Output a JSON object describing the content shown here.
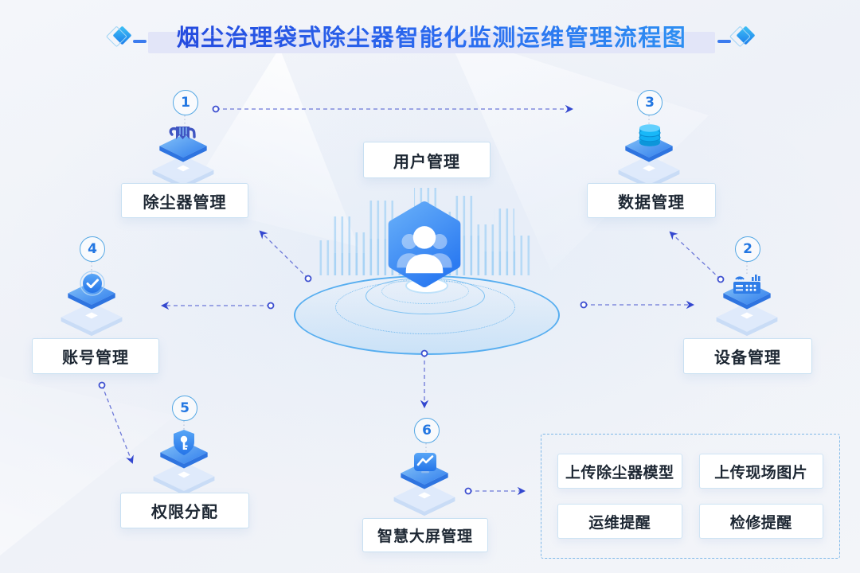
{
  "title": {
    "text": "烟尘治理袋式除尘器智能化监测运维管理流程图"
  },
  "center": {
    "label": "用户管理",
    "icon": "users-hexagon-icon"
  },
  "nodes": [
    {
      "number": "1",
      "label": "除尘器管理",
      "icon": "filter-bag-icon"
    },
    {
      "number": "2",
      "label": "设备管理",
      "icon": "machine-icon"
    },
    {
      "number": "3",
      "label": "数据管理",
      "icon": "database-icon"
    },
    {
      "number": "4",
      "label": "账号管理",
      "icon": "badge-check-icon"
    },
    {
      "number": "5",
      "label": "权限分配",
      "icon": "shield-key-icon"
    },
    {
      "number": "6",
      "label": "智慧大屏管理",
      "icon": "screen-chart-icon"
    }
  ],
  "output_panel": {
    "items": [
      "上传除尘器模型",
      "上传现场图片",
      "运维提醒",
      "检修提醒"
    ]
  },
  "colors": {
    "title_blue": "#2b5ce6",
    "arrow_line": "#6b77d8",
    "arrow_head": "#3347cf",
    "accent_blue": "#2f7de8",
    "database_cyan": "#12b0f0"
  }
}
